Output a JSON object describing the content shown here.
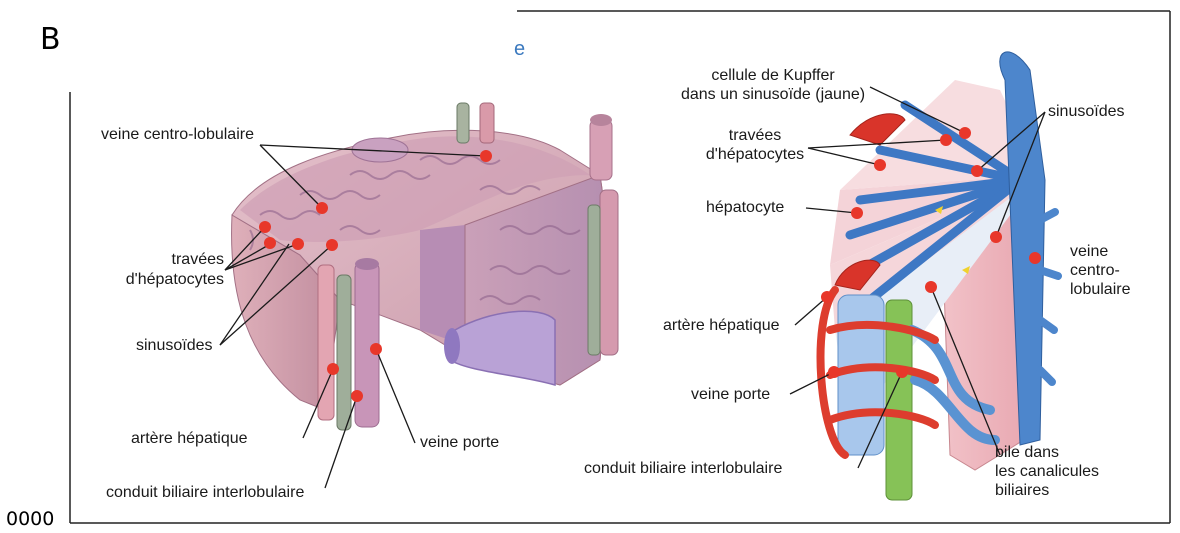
{
  "panel_letter": "B",
  "page_number": "0000",
  "left_figure": {
    "labels": {
      "central_vein": "veine centro-lobulaire",
      "hepatocyte_plates_1": "travées",
      "hepatocyte_plates_2": "d'hépatocytes",
      "sinusoids": "sinusoïdes",
      "hepatic_artery": "artère hépatique",
      "portal_vein": "veine porte",
      "bile_duct": "conduit biliaire interlobulaire"
    }
  },
  "right_figure": {
    "labels": {
      "kupffer_1": "cellule de Kupffer",
      "kupffer_2": "dans un sinusoïde (jaune)",
      "sinusoids": "sinusoïdes",
      "plates_1": "travées",
      "plates_2": "d'hépatocytes",
      "hepatocyte": "hépatocyte",
      "central_vein_1": "veine",
      "central_vein_2": "centro-",
      "central_vein_3": "lobulaire",
      "hepatic_artery": "artère hépatique",
      "portal_vein": "veine porte",
      "bile_duct": "conduit biliaire interlobulaire",
      "bile_1": "bile dans",
      "bile_2": "les canalicules",
      "bile_3": "biliaires"
    }
  },
  "colors": {
    "tissue": "#d9a7b4",
    "vein_blue": "#4a7fc1",
    "artery_red": "#d9342a",
    "bile_green": "#7dbb4a",
    "marker": "#e8372a"
  }
}
